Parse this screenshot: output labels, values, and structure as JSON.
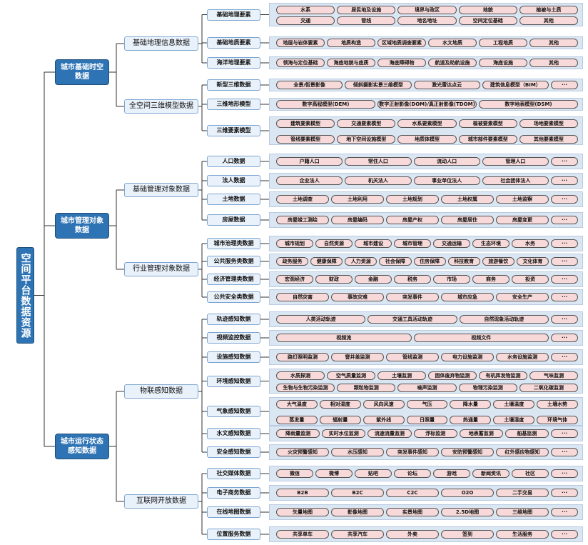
{
  "root": "空间平台数据资源",
  "level1": [
    {
      "label": "城市基础时空数据",
      "groups": [
        {
          "label": "基础地理信息数据",
          "items": [
            {
              "label": "基础地理要素",
              "rows": [
                [
                  "水系",
                  "居民地及设施",
                  "境界与政区",
                  "地貌",
                  "植被与土质"
                ],
                [
                  "交通",
                  "管线",
                  "地名地址",
                  "空间定位基础",
                  "其他"
                ]
              ]
            },
            {
              "label": "基础地质要素",
              "rows": [
                [
                  "地层与岩体要素",
                  "地质构造",
                  "区域地质调查要素",
                  "水文地质",
                  "工程地质",
                  "其他"
                ]
              ]
            },
            {
              "label": "海洋地理要素",
              "rows": [
                [
                  "领海与定位基础",
                  "海底地貌与底质",
                  "海底障碍物",
                  "航道及助航设施",
                  "海底设施",
                  "其他"
                ]
              ]
            }
          ]
        },
        {
          "label": "全空间三维模型数据",
          "items": [
            {
              "label": "新型三维数据",
              "rows": [
                [
                  "全景/街景影像",
                  "倾斜摄影实景三维模型",
                  "激光雷达点云",
                  "建筑信息模型（BIM）",
                  "···"
                ]
              ]
            },
            {
              "label": "三维地形模型",
              "rows": [
                [
                  "数字高程模型(DEM)",
                  "数字正射影像(DOM)/真正射影像(TDOM)",
                  "数字地表模型(DSM)"
                ]
              ]
            },
            {
              "label": "三维要素模型",
              "rows": [
                [
                  "建筑要素模型",
                  "交通要素模型",
                  "水系要素模型",
                  "植被要素模型",
                  "场地要素模型"
                ],
                [
                  "管线要素模型",
                  "地下空间设施模型",
                  "地质体模型",
                  "城市部件要素模型",
                  "其他要素模型"
                ]
              ]
            }
          ]
        }
      ]
    },
    {
      "label": "城市管理对象数据",
      "groups": [
        {
          "label": "基础管理对象数据",
          "items": [
            {
              "label": "人口数据",
              "rows": [
                [
                  "户籍人口",
                  "常住人口",
                  "流动人口",
                  "管理人口",
                  "···"
                ]
              ]
            },
            {
              "label": "法人数据",
              "rows": [
                [
                  "企业法人",
                  "机关法人",
                  "事业单位法人",
                  "社会团体法人",
                  "···"
                ]
              ]
            },
            {
              "label": "土地数据",
              "rows": [
                [
                  "土地调查",
                  "土地利用",
                  "土地规划",
                  "土地权属",
                  "土地监察",
                  "···"
                ]
              ]
            },
            {
              "label": "房屋数据",
              "rows": [
                [
                  "房屋竣工测绘",
                  "房屋编码",
                  "房屋产权",
                  "房屋居住",
                  "房屋变更",
                  "···"
                ]
              ]
            }
          ]
        },
        {
          "label": "行业管理对象数据",
          "items": [
            {
              "label": "城市治理类数据",
              "rows": [
                [
                  "城市规划",
                  "自然资源",
                  "城市建设",
                  "城市管理",
                  "交通运输",
                  "生态环境",
                  "水务",
                  "···"
                ]
              ]
            },
            {
              "label": "公共服务类数据",
              "rows": [
                [
                  "政务服务",
                  "健康保障",
                  "人力资源",
                  "社会保障",
                  "住房保障",
                  "科技教育",
                  "旅游餐饮",
                  "文化体育",
                  "···"
                ]
              ]
            },
            {
              "label": "经济管理类数据",
              "rows": [
                [
                  "宏观经济",
                  "财政",
                  "金融",
                  "税务",
                  "市场",
                  "商务",
                  "投资",
                  "···"
                ]
              ]
            },
            {
              "label": "公共安全类数据",
              "rows": [
                [
                  "自然灾害",
                  "事故灾难",
                  "突发事件",
                  "城市应急",
                  "安全生产",
                  "···"
                ]
              ]
            }
          ]
        }
      ]
    },
    {
      "label": "城市运行状态感知数据",
      "groups": [
        {
          "label": "物联感知数据",
          "items": [
            {
              "label": "轨迹感知数据",
              "rows": [
                [
                  "人类活动轨迹",
                  "交通工具活动轨迹",
                  "自然现象活动轨迹",
                  "···"
                ]
              ]
            },
            {
              "label": "视频监控数据",
              "rows": [
                [
                  "视频流",
                  "视频文件",
                  "···"
                ]
              ]
            },
            {
              "label": "设施感知数据",
              "rows": [
                [
                  "路灯照明监测",
                  "窨井盖监测",
                  "管线监测",
                  "电力设施监测",
                  "水务设施监测",
                  "···"
                ]
              ]
            },
            {
              "label": "环境感知数据",
              "rows": [
                [
                  "水质探测",
                  "空气质量监测",
                  "土壤监测",
                  "固体废弃物监测",
                  "有机挥发物监测",
                  "气味监测"
                ],
                [
                  "生物与生物污染监测",
                  "颗粒物监测",
                  "噪声监测",
                  "物理污染监测",
                  "二氧化碳监测"
                ]
              ]
            },
            {
              "label": "气象感知数据",
              "rows": [
                [
                  "大气温度",
                  "相对湿度",
                  "风向风速",
                  "气压",
                  "降水量",
                  "土壤温度",
                  "土壤水势"
                ],
                [
                  "蒸发量",
                  "辐射量",
                  "紫外线",
                  "日照量",
                  "热通量",
                  "土壤湿度",
                  "环境气体"
                ]
              ]
            },
            {
              "label": "水文感知数据",
              "rows": [
                [
                  "降雨量监测",
                  "实时水位监测",
                  "流速流量监测",
                  "浮标监测",
                  "地表蓄监测",
                  "船基监测",
                  "···"
                ]
              ]
            },
            {
              "label": "安全感知数据",
              "rows": [
                [
                  "火灾预警感知",
                  "水压感知",
                  "突发事件感知",
                  "安防预警感知",
                  "红外感应物感知",
                  "···"
                ]
              ]
            }
          ]
        },
        {
          "label": "互联网开放数据",
          "items": [
            {
              "label": "社交媒体数据",
              "rows": [
                [
                  "微信",
                  "微博",
                  "贴吧",
                  "论坛",
                  "游戏",
                  "新闻资讯",
                  "社区",
                  "···"
                ]
              ]
            },
            {
              "label": "电子商务数据",
              "rows": [
                [
                  "B2B",
                  "B2C",
                  "C2C",
                  "O2O",
                  "二手交易",
                  "···"
                ]
              ]
            },
            {
              "label": "在线地图数据",
              "rows": [
                [
                  "矢量地图",
                  "影像地图",
                  "实景地图",
                  "2.5D地图",
                  "三维地图",
                  "···"
                ]
              ]
            },
            {
              "label": "位置服务数据",
              "rows": [
                [
                  "共享单车",
                  "共享汽车",
                  "外卖",
                  "签到",
                  "生活服务",
                  "···"
                ]
              ]
            }
          ]
        }
      ]
    }
  ]
}
